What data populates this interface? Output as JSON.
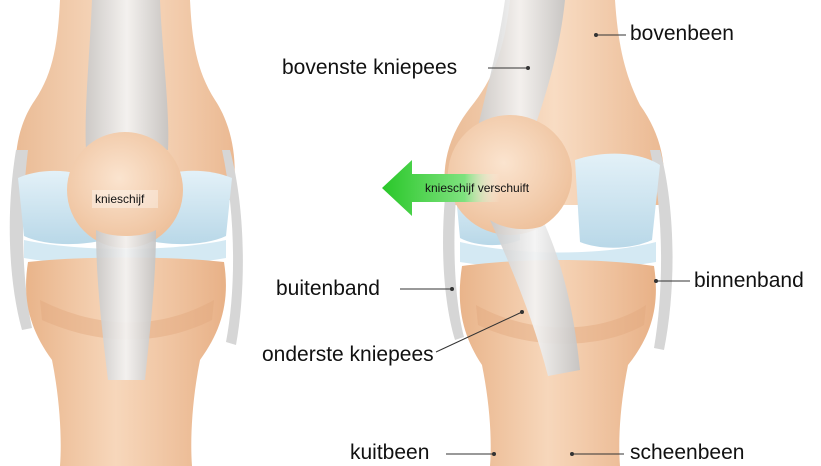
{
  "left_knee": {
    "patella_label": "knieschijf"
  },
  "right_knee": {
    "arrow_label": "knieschijf verschuift",
    "labels": {
      "femur": "bovenbeen",
      "upper_tendon": "bovenste kniepees",
      "lateral_ligament": "buitenband",
      "medial_ligament": "binnenband",
      "lower_tendon": "onderste kniepees",
      "fibula": "kuitbeen",
      "tibia": "scheenbeen"
    }
  },
  "colors": {
    "bone": "#f2c8a4",
    "bone_shadow": "#e2a97e",
    "cartilage": "#cfe6f2",
    "ligament": "#dcdcdc",
    "arrow": "#33cc33"
  }
}
